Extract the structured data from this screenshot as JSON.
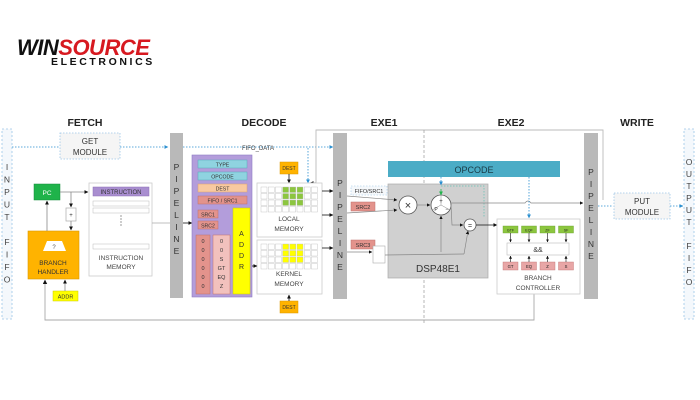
{
  "logo": {
    "brand_win": "WIN",
    "brand_source": "SOURCE",
    "tagline": "ELECTRONICS"
  },
  "stages": {
    "fetch": "FETCH",
    "decode": "DECODE",
    "exe1": "EXE1",
    "exe2": "EXE2",
    "write": "WRITE"
  },
  "input_fifo": [
    "I",
    "N",
    "P",
    "U",
    "T",
    "",
    "F",
    "I",
    "F",
    "O"
  ],
  "output_fifo": [
    "O",
    "U",
    "T",
    "P",
    "U",
    "T",
    "",
    "F",
    "I",
    "F",
    "O"
  ],
  "pipeline_letters": [
    "P",
    "I",
    "P",
    "E",
    "L",
    "I",
    "N",
    "E"
  ],
  "get_module": [
    "GET",
    "MODULE"
  ],
  "put_module": [
    "PUT",
    "MODULE"
  ],
  "fifo_data": "FIFO_DATA",
  "fetch": {
    "pc": "PC",
    "adder": "+",
    "branch_handler": [
      "BRANCH",
      "HANDLER"
    ],
    "branch_symbol": "?",
    "addr": "ADDR",
    "instruction": "INSTRUCTION",
    "instruction_memory": [
      "INSTRUCTION",
      "MEMORY"
    ]
  },
  "decode": {
    "fields": [
      "TYPE",
      "OPCODE",
      "DEST",
      "FIFO / SRC1",
      "SRC1",
      "SRC2"
    ],
    "addr": [
      "A",
      "D",
      "D",
      "R"
    ],
    "col1": [
      "0",
      "0",
      "0",
      "0",
      "0",
      "0"
    ],
    "col2": [
      "0",
      "0",
      "S",
      "GT",
      "EQ",
      "Z"
    ],
    "dest_top": "DEST",
    "dest_bottom": "DEST",
    "local_memory": [
      "LOCAL",
      "MEMORY"
    ],
    "kernel_memory": [
      "KERNEL",
      "MEMORY"
    ]
  },
  "exe1": {
    "fifo_src1": "FIFO/SRC1",
    "src2": "SRC2",
    "src3": "SRC3",
    "opcode": "OPCODE",
    "dsp": "DSP48E1",
    "mult": "×",
    "alu_plus": "+",
    "alu_minus": "−",
    "alu_p": "P",
    "cmp": "="
  },
  "exe2": {
    "flags_top": [
      "GTF",
      "EQF",
      "ZF",
      "SF"
    ],
    "and": "&&",
    "flags_bottom": [
      "GT",
      "EQ",
      "Z",
      "S"
    ],
    "branch_controller": [
      "BRANCH",
      "CONTROLLER"
    ]
  },
  "colors": {
    "brand_red": "#d71920",
    "pipeline_gray": "#b9b9b9",
    "pc_green": "#1fb34a",
    "branch_orange": "#ffb300",
    "addr_yellow": "#ffff00",
    "decode_purple": "#b39ddb",
    "field_blue": "#8fd3e0",
    "field_orange": "#f9c9a0",
    "field_red": "#e3938c",
    "opcode_teal": "#4bacc6",
    "mem_green": "#8cc63f",
    "dsp_gray": "#d0d0d0",
    "flag_green": "#8cc63f",
    "flag_pink": "#e8a6a6"
  }
}
